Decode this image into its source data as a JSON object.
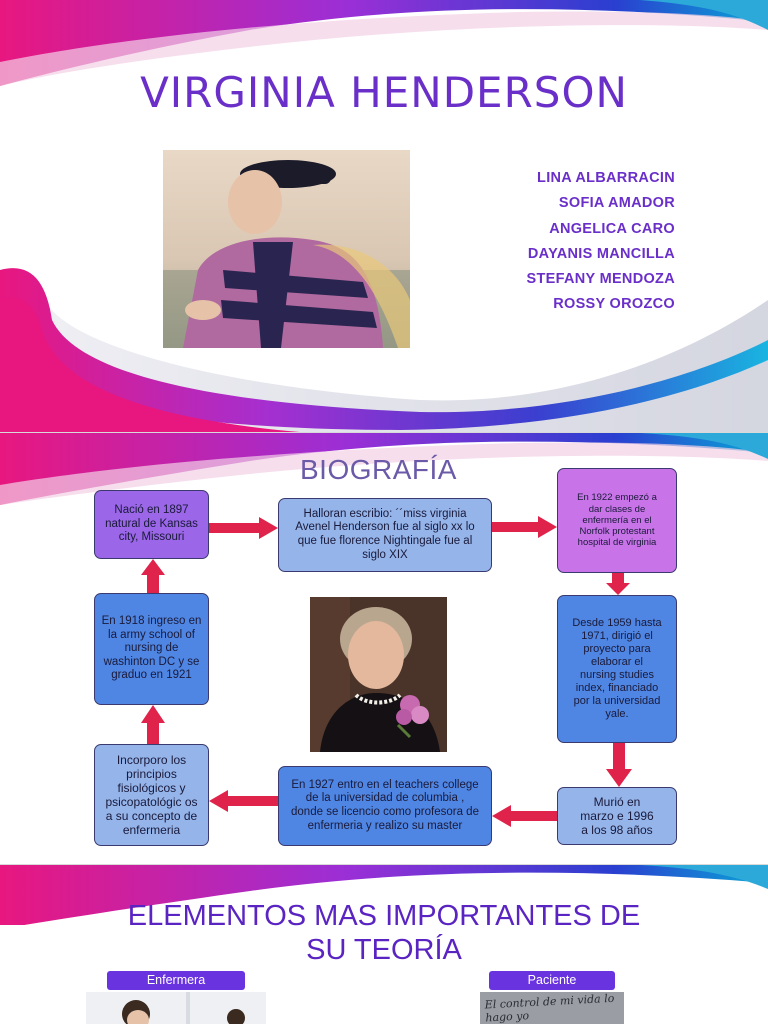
{
  "slide1": {
    "title": "VIRGINIA HENDERSON",
    "authors": [
      "LINA ALBARRACIN",
      "SOFIA AMADOR",
      "ANGELICA CARO",
      "DAYANIS MANCILLA",
      "STEFANY MENDOZA",
      "ROSSY OROZCO"
    ]
  },
  "slide2": {
    "title": "BIOGRAFÍA",
    "boxes": {
      "born": "Nació en 1897 natural de Kansas city, Missouri",
      "halloran": "Halloran escribio: ´´miss virginia Avenel Henderson fue al siglo xx lo que fue florence Nightingale fue al siglo XIX",
      "y1922": "En 1922 empezó a dar clases de enfermería en el Norfolk protestant hospital de virginia",
      "y1959": "Desde 1959 hasta 1971, dirigió el proyecto para elaborar el nursing studies index, financiado por la universidad yale.",
      "died": "Murió en marzo e 1996 a los 98 años",
      "y1927": "En 1927 entro en el teachers college de la universidad de columbia , donde se licencio como profesora de enfermeria y realizo su master",
      "incorporo": "Incorporo los principios fisiológicos y psicopatológic os a su concepto de enfermeria",
      "y1918": "En 1918 ingreso en la army school of nursing de washinton DC y se graduo en 1921"
    }
  },
  "slide3": {
    "title_line1": "ELEMENTOS MAS IMPORTANTES DE",
    "title_line2": "SU TEORÍA",
    "tag_left": "Enfermera",
    "tag_right": "Paciente",
    "note_text": "El control de mi vida lo hago yo"
  },
  "colors": {
    "title_purple": "#6a2fc9",
    "arrow_red": "#e0234a",
    "box_purple": "#9b66e8",
    "box_blue": "#4f86e3",
    "box_light": "#95b4ea",
    "tag_purple": "#6a33e0"
  }
}
